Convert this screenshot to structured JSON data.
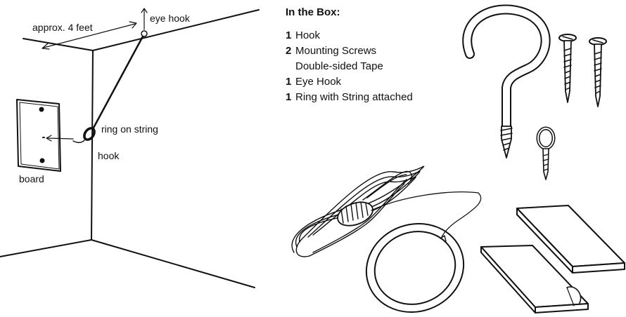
{
  "diagram": {
    "labels": {
      "distance": "approx. 4 feet",
      "eye_hook": "eye hook",
      "ring_on_string": "ring on string",
      "hook": "hook",
      "board": "board"
    }
  },
  "in_the_box": {
    "title": "In the Box:",
    "items": [
      {
        "qty": "1",
        "name": "Hook"
      },
      {
        "qty": "2",
        "name": "Mounting Screws"
      },
      {
        "qty": "",
        "name": "Double-sided Tape"
      },
      {
        "qty": "1",
        "name": "Eye Hook"
      },
      {
        "qty": "1",
        "name": "Ring with String attached"
      }
    ]
  }
}
